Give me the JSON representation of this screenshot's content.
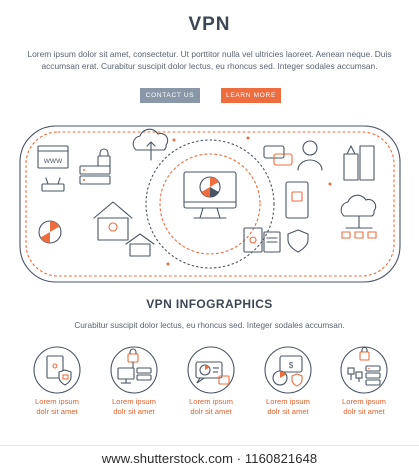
{
  "header": {
    "title": "VPN",
    "lead": "Lorem ipsum dolor sit amet, consectetur. Ut porttitor nulla vel ultricies laoreet. Aenean neque. Duis accumsan erat. Curabitur suscipit dolor lectus, eu rhoncus sed. Integer sodales accumsan.",
    "contact_label": "CONTACT US",
    "learn_label": "LEARN MORE"
  },
  "illustration": {
    "browser_text": "WWW"
  },
  "infographics": {
    "title": "VPN INFOGRAPHICS",
    "lead": "Curabitur suscipit dolor lectus, eu rhoncus sed. Integer sodales accumsan.",
    "items": [
      {
        "icon": "document-shield-icon",
        "line1": "Lorem ipsum",
        "line2": "dolr sit amet"
      },
      {
        "icon": "network-lock-icon",
        "line1": "Lorem ipsum",
        "line2": "dolr sit amet"
      },
      {
        "icon": "chat-vpn-icon",
        "line1": "Lorem ipsum",
        "line2": "dolr sit amet"
      },
      {
        "icon": "wallet-globe-icon",
        "line1": "Lorem ipsum",
        "line2": "dolr sit amet"
      },
      {
        "icon": "server-lock-icon",
        "line1": "Lorem ipsum",
        "line2": "dolr sit amet"
      }
    ]
  },
  "footer": {
    "text": "www.shutterstock.com · 1160821648"
  },
  "colors": {
    "accent": "#ef6c3e",
    "line": "#4a5563",
    "button_secondary": "#8a97a8"
  }
}
